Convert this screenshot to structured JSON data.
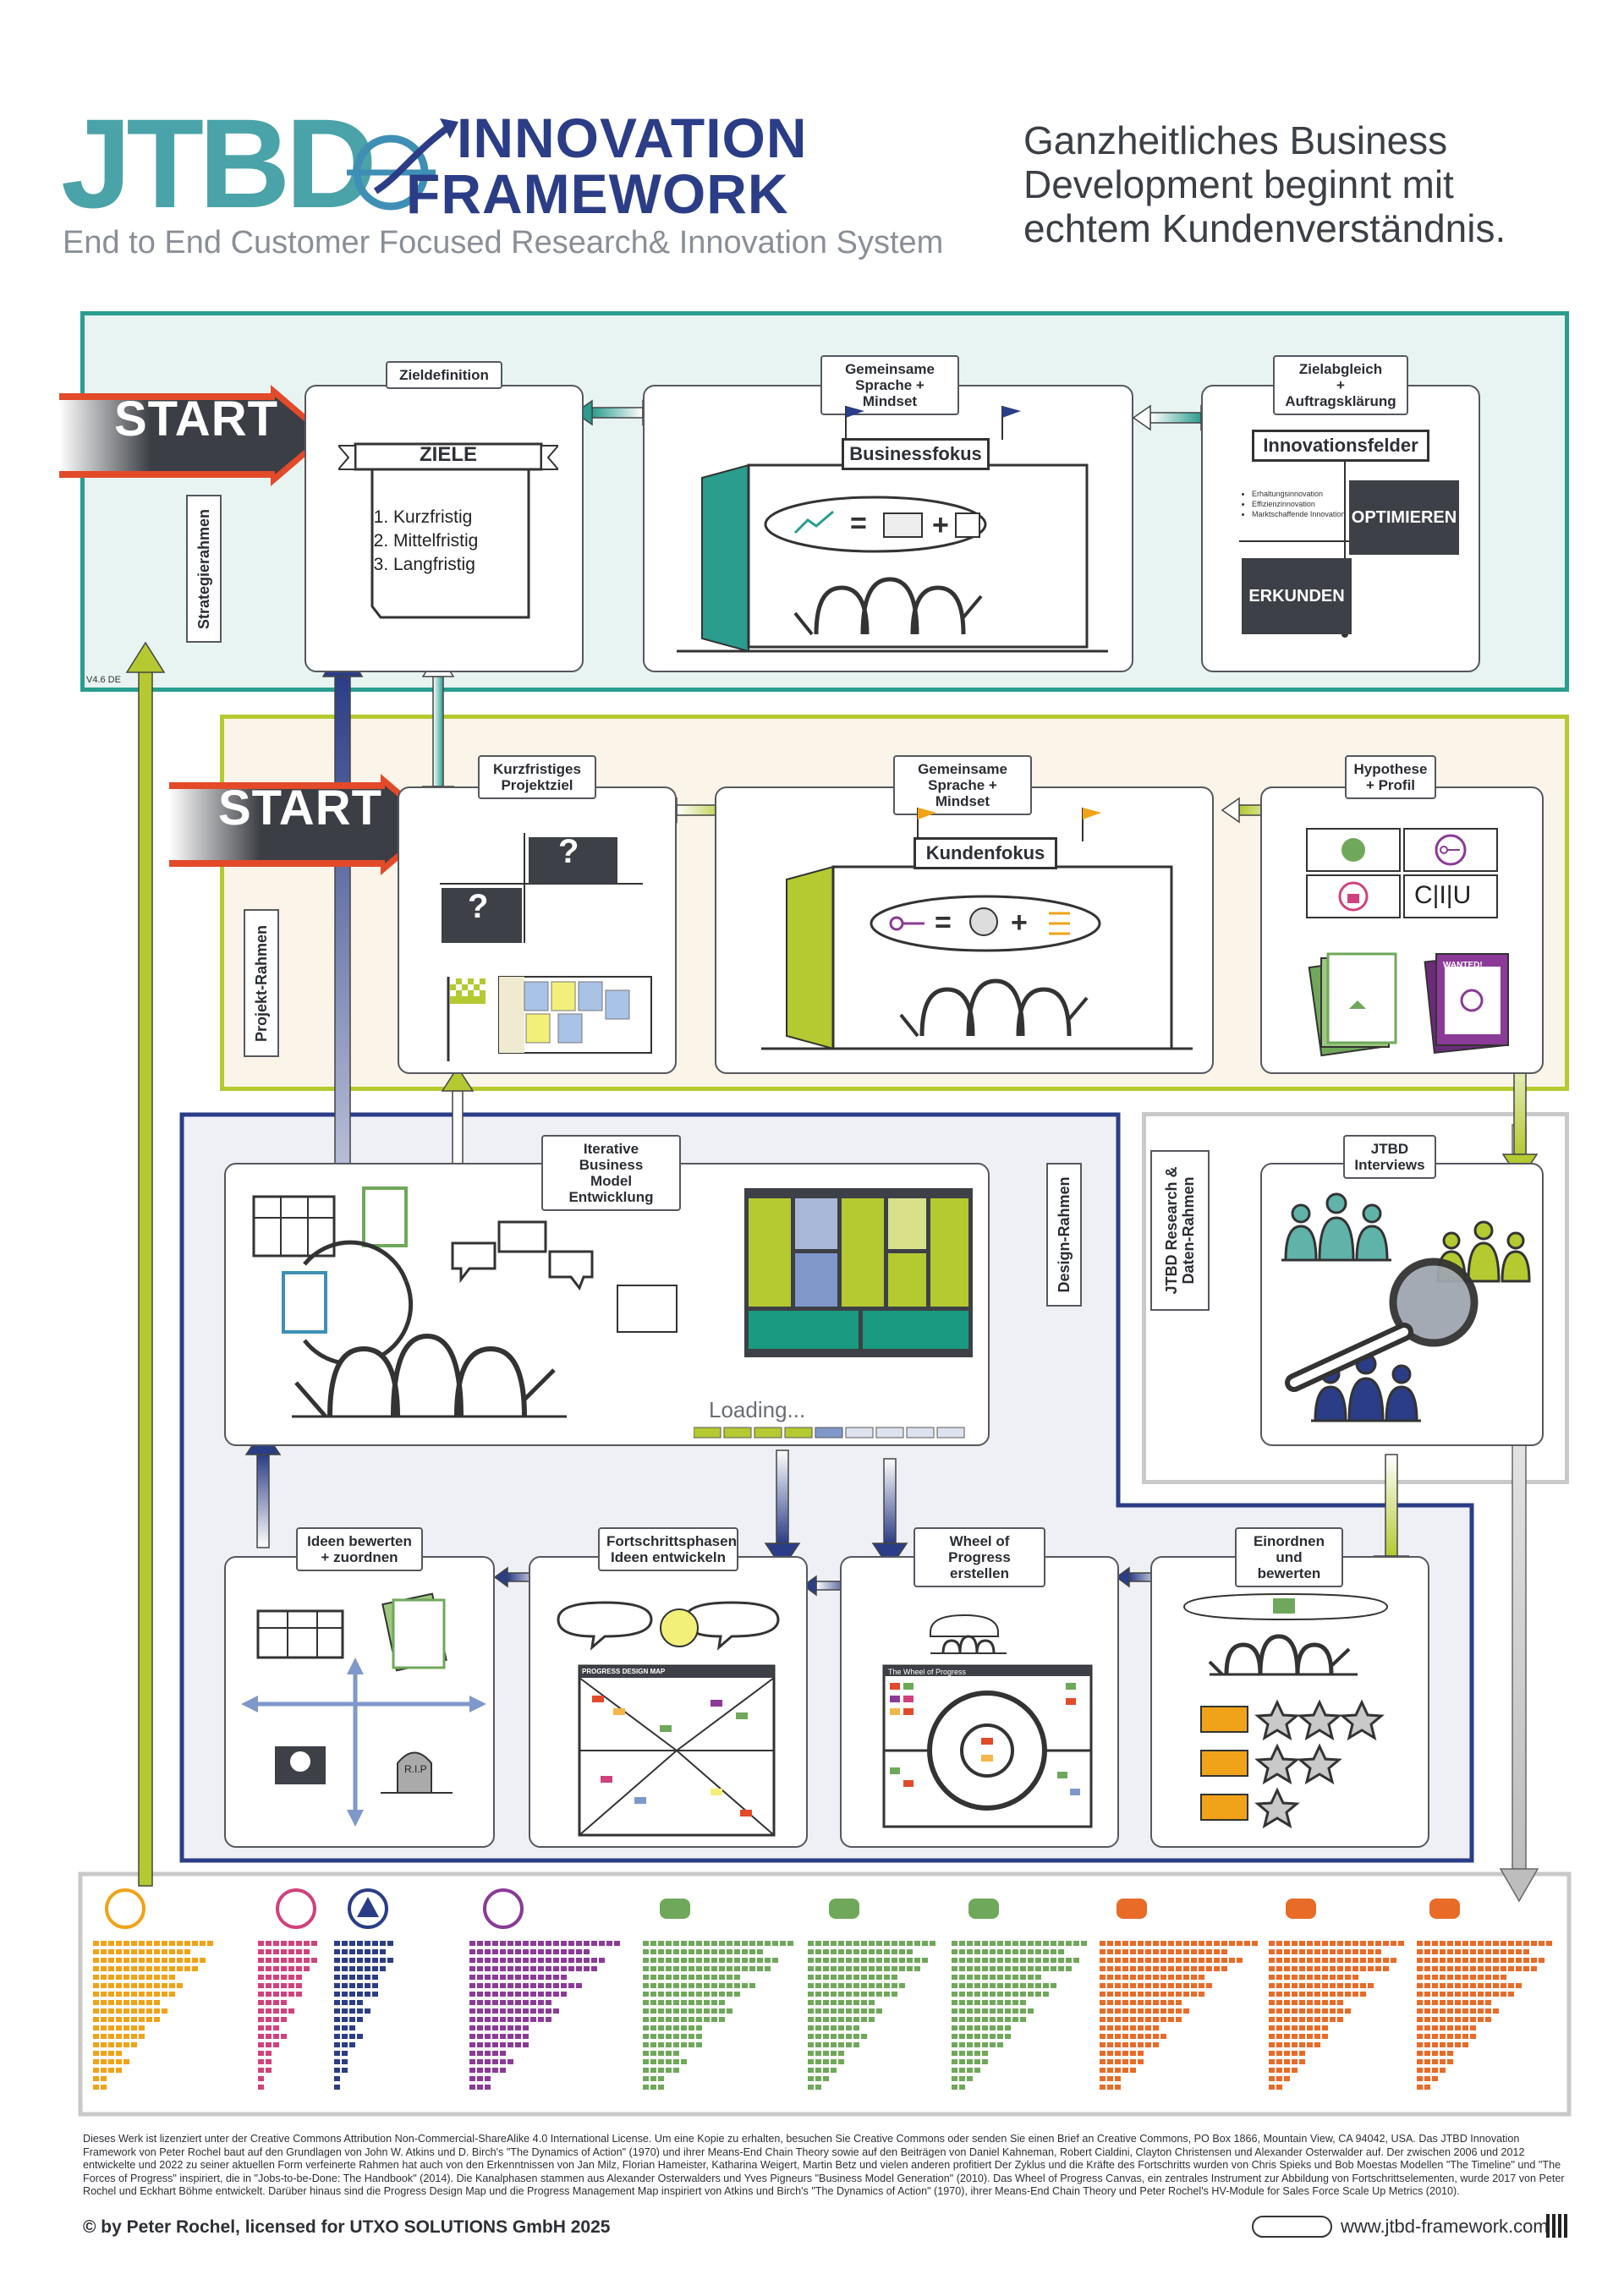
{
  "header": {
    "logo_jtbd": "JTBD",
    "logo_innovation": "INNOVATION",
    "logo_framework": "FRAMEWORK",
    "logo_subtitle": "End to End Customer Focused Research& Innovation System",
    "tagline": "Ganzheitliches Business Development beginnt mit echtem Kundenverständnis."
  },
  "colors": {
    "teal": "#2a9d8f",
    "lime": "#b5c931",
    "navy": "#2b3d86",
    "grey": "#c9c9c9",
    "start_red": "#e24a2a",
    "dark": "#3d4046"
  },
  "start_label": "START",
  "version": "V4.6 DE",
  "frames": {
    "strategie": "Strategierahmen",
    "projekt": "Projekt-Rahmen",
    "design": "Design-Rahmen",
    "research": "JTBD Research &\nDaten-Rahmen"
  },
  "strategy": {
    "p1_title": "Zieldefinition",
    "ziele": "ZIELE",
    "goals": [
      "Kurzfristig",
      "Mittelfristig",
      "Langfristig"
    ],
    "p2_title": "Gemeinsame\nSprache + Mindset",
    "businessfokus": "Businessfokus",
    "p3_title": "Zielabgleich\n+ Auftragsklärung",
    "innovationsfelder": "Innovationsfelder",
    "inno_items": [
      "Erhaltungsinnovation",
      "Effizienzinnovation",
      "Marktschaffende Innovation"
    ],
    "optimieren": "OPTIMIEREN",
    "erkunden": "ERKUNDEN"
  },
  "project": {
    "p1_title": "Kurzfristiges\nProjektziel",
    "q": "?",
    "p2_title": "Gemeinsame\nSprache + Mindset",
    "kundenfokus": "Kundenfokus",
    "p3_title": "Hypothese\n+ Profil",
    "ciu": "C|I|U",
    "wanted": "WANTED!"
  },
  "design": {
    "p1_title": "Iterative Business\nModel Entwicklung",
    "loading": "Loading...",
    "research_title": "JTBD\nInterviews",
    "b1_title": "Ideen bewerten\n+ zuordnen",
    "rip": "R.I.P",
    "b2_title": "Fortschrittsphasen\nIdeen entwickeln",
    "pdm": "PROGRESS DESIGN MAP",
    "b3_title": "Wheel of Progress\nerstellen",
    "wop": "The Wheel of Progress",
    "b4_title": "Einordnen\nund bewerten"
  },
  "footer": {
    "license_text": "Dieses Werk ist lizenziert unter der Creative Commons Attribution Non-Commercial-ShareAlike 4.0 International License. Um eine Kopie zu erhalten, besuchen Sie Creative Commons oder senden Sie einen Brief an Creative Commons, PO Box 1866, Mountain View, CA 94042, USA. Das JTBD Innovation Framework von Peter Rochel baut auf den Grundlagen von John W. Atkins und D. Birch's \"The Dynamics of Action\" (1970) und ihrer Means-End Chain Theory sowie auf den Beiträgen von Daniel Kahneman, Robert Cialdini, Clayton Christensen und Alexander Osterwalder auf. Der zwischen 2006 und 2012 entwickelte und 2022 zu seiner aktuellen Form verfeinerte Rahmen hat auch von den Erkenntnissen von Jan Milz, Florian Hameister, Katharina Weigert, Martin Betz und vielen anderen profitiert Der Zyklus und die Kräfte des Fortschritts wurden von Chris Spieks und Bob Moestas Modellen \"The Timeline\" und \"The Forces of Progress\" inspiriert, die in \"Jobs-to-be-Done: The Handbook\" (2014). Die Kanalphasen stammen aus Alexander Osterwalders und Yves Pigneurs \"Business Model Generation\" (2010). Das Wheel of Progress Canvas, ein zentrales Instrument zur Abbildung von Fortschrittselementen, wurde 2017 von Peter Rochel und Eckhart Böhme entwickelt. Darüber hinaus sind die Progress Design Map und die Progress Management Map inspiriert von Atkins und Birch's \"The Dynamics of Action\" (1970), ihrer Means-End Chain Theory und Peter Rochel's HV-Module for Sales Force Scale Up Metrics (2010).",
    "copyright": "© by Peter Rochel, licensed for UTXO SOLUTIONS GmbH 2025",
    "website": "www.jtbd-framework.com"
  }
}
